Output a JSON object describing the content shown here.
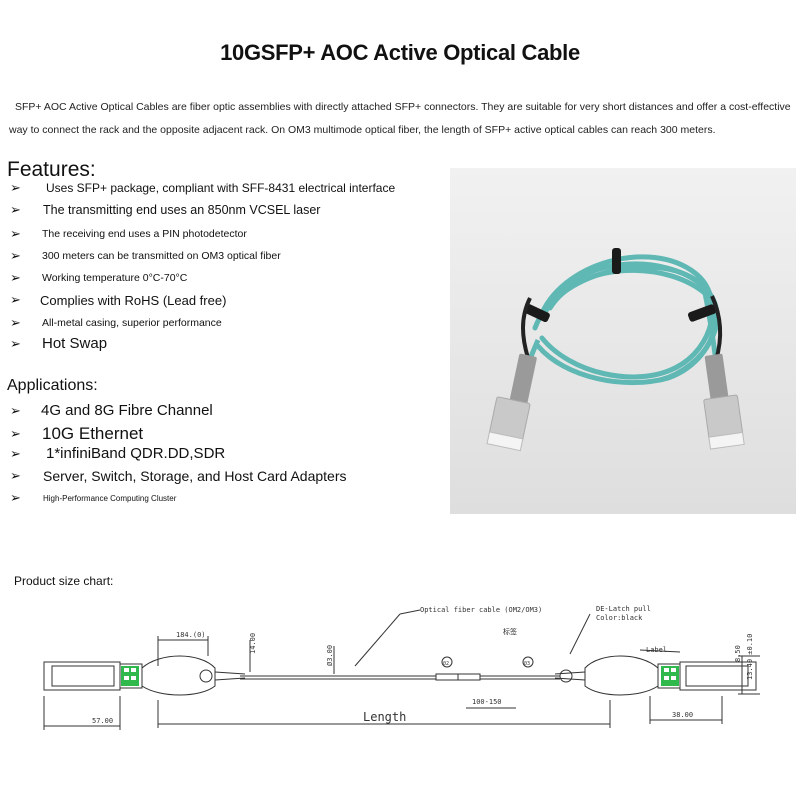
{
  "title": "10GSFP+ AOC Active Optical Cable",
  "intro": {
    "line1": "SFP+ AOC Active Optical Cables are fiber optic assemblies with directly attached SFP+ connectors. They are suitable for very short distances and offer a cost-effective",
    "line2": "way to connect the rack and the opposite adjacent rack. On OM3 multimode optical fiber, the length of SFP+ active optical cables can reach 300 meters."
  },
  "features": {
    "heading": "Features:",
    "items": [
      "Uses SFP+ package, compliant with SFF-8431 electrical interface",
      "The transmitting end uses an 850nm VCSEL laser",
      "The receiving end uses a PIN photodetector",
      "300 meters can be transmitted on OM3 optical fiber",
      "Working temperature 0°C-70°C",
      "Complies with RoHS (Lead free)",
      "All-metal casing, superior performance",
      "Hot Swap"
    ]
  },
  "applications": {
    "heading": "Applications:",
    "items": [
      "4G and 8G Fibre Channel",
      "10G Ethernet",
      "1*infiniBand QDR.DD,SDR",
      "Server, Switch, Storage, and Host Card Adapters",
      "High-Performance Computing Cluster"
    ]
  },
  "arrow_glyph": "➢",
  "size_chart": {
    "title": "Product size chart:",
    "labels": {
      "fiber": "Optical fiber cable (OM2/OM3)",
      "latch": "DE-Latch pull",
      "latch_color": "Color:black",
      "marker": "标签",
      "label": "Label",
      "length": "Length",
      "dim_184": "184.(0)",
      "dim_14": "14.00",
      "dim_3": "Ø3.00",
      "dim_100": "100-150",
      "dim_57": "57.00",
      "dim_38": "38.00",
      "dim_850": "8.50",
      "dim_1340": "13.40 ±0.10",
      "circle1": "02",
      "circle2": "03"
    }
  },
  "colors": {
    "cable": "#5fb8b4",
    "connector": "#c9c9c9",
    "latch": "#1a1a1a",
    "green": "#2fb84b"
  }
}
